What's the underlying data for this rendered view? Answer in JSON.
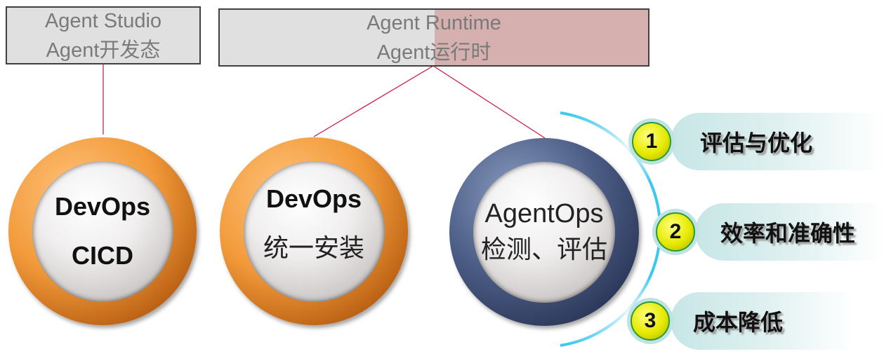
{
  "studio": {
    "line1": "Agent Studio",
    "line2": "Agent开发态"
  },
  "runtime": {
    "line1": "Agent Runtime",
    "line2": "Agent运行时"
  },
  "circles": [
    {
      "line1": "DevOps",
      "line2": "CICD"
    },
    {
      "line1": "DevOps",
      "line2": "统一安装"
    },
    {
      "line1": "AgentOps",
      "line2": "检测、评估"
    }
  ],
  "items": [
    {
      "num": "1",
      "label": "评估与优化"
    },
    {
      "num": "2",
      "label": "效率和准确性"
    },
    {
      "num": "3",
      "label": "成本降低"
    }
  ],
  "colors": {
    "connector": "#d0103a",
    "arc": "#3ac8f0",
    "orange": "#f29a3a",
    "navy": "#3a4a70"
  }
}
